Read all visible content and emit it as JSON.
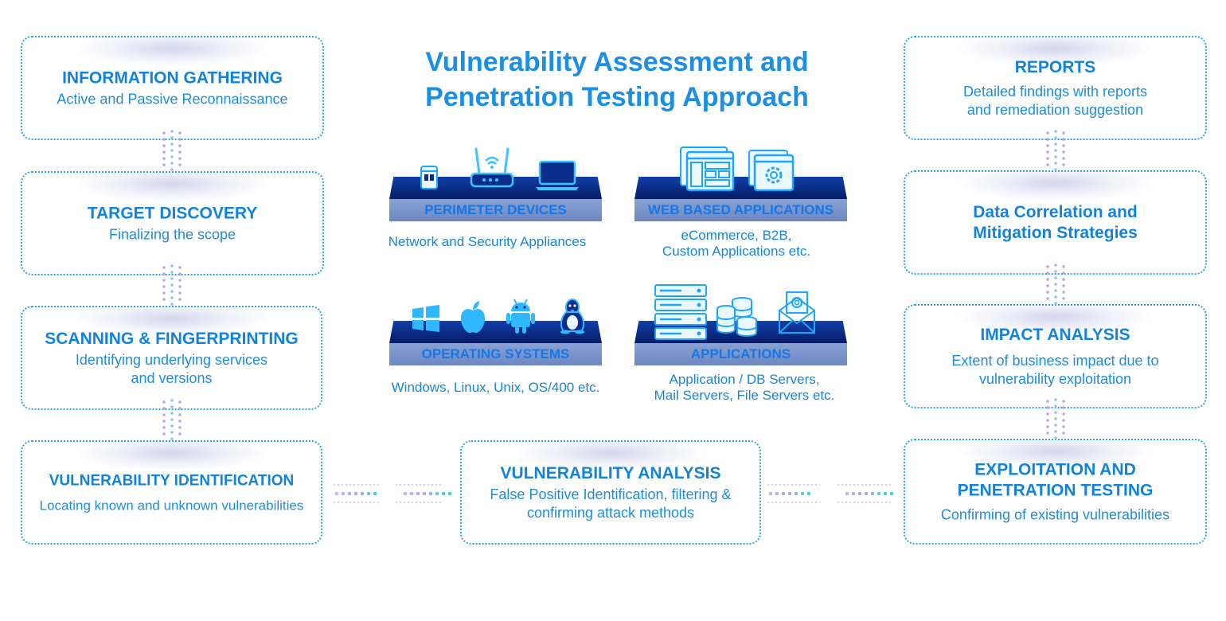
{
  "title": {
    "line1": "Vulnerability Assessment and",
    "line2": "Penetration Testing Approach"
  },
  "left_steps": [
    {
      "title": "INFORMATION GATHERING",
      "sub": "Active and Passive Reconnaissance"
    },
    {
      "title": "TARGET DISCOVERY",
      "sub": "Finalizing the scope"
    },
    {
      "title": "SCANNING & FINGERPRINTING",
      "sub1": "Identifying underlying services",
      "sub2": "and versions"
    },
    {
      "title": "VULNERABILITY IDENTIFICATION",
      "sub": "Locating known and unknown vulnerabilities"
    }
  ],
  "center_step": {
    "title": "VULNERABILITY ANALYSIS",
    "sub1": "False Positive Identification, filtering &",
    "sub2": "confirming attack methods"
  },
  "right_steps": [
    {
      "title": "REPORTS",
      "sub1": "Detailed findings with reports",
      "sub2": "and remediation suggestion"
    },
    {
      "title1": "Data Correlation and",
      "title2": "Mitigation Strategies"
    },
    {
      "title": "IMPACT ANALYSIS",
      "sub1": "Extent of business impact due to",
      "sub2": "vulnerability exploitation"
    },
    {
      "title1": "EXPLOITATION AND",
      "title2": "PENETRATION TESTING",
      "sub": "Confirming of existing vulnerabilities"
    }
  ],
  "categories": [
    {
      "label": "PERIMETER DEVICES",
      "desc1": "Network and Security Appliances",
      "icons": [
        "firewall-icon",
        "router-icon",
        "laptop-icon"
      ]
    },
    {
      "label": "WEB BASED APPLICATIONS",
      "desc1": "eCommerce, B2B,",
      "desc2": "Custom Applications etc.",
      "icons": [
        "web-layout-icon",
        "web-settings-icon"
      ]
    },
    {
      "label": "OPERATING SYSTEMS",
      "desc1": "Windows, Linux, Unix, OS/400 etc.",
      "icons": [
        "windows-icon",
        "apple-icon",
        "android-icon",
        "linux-icon"
      ]
    },
    {
      "label": "APPLICATIONS",
      "desc1": "Application / DB Servers,",
      "desc2": "Mail Servers, File Servers etc.",
      "icons": [
        "server-icon",
        "database-icon",
        "mail-icon"
      ]
    }
  ],
  "colors": {
    "accent": "#1283d8",
    "border": "#28a7e0",
    "platform_top": "#0a2c8a",
    "platform_front": "#7a94cb",
    "icon_glow": "#2fb8ff"
  }
}
